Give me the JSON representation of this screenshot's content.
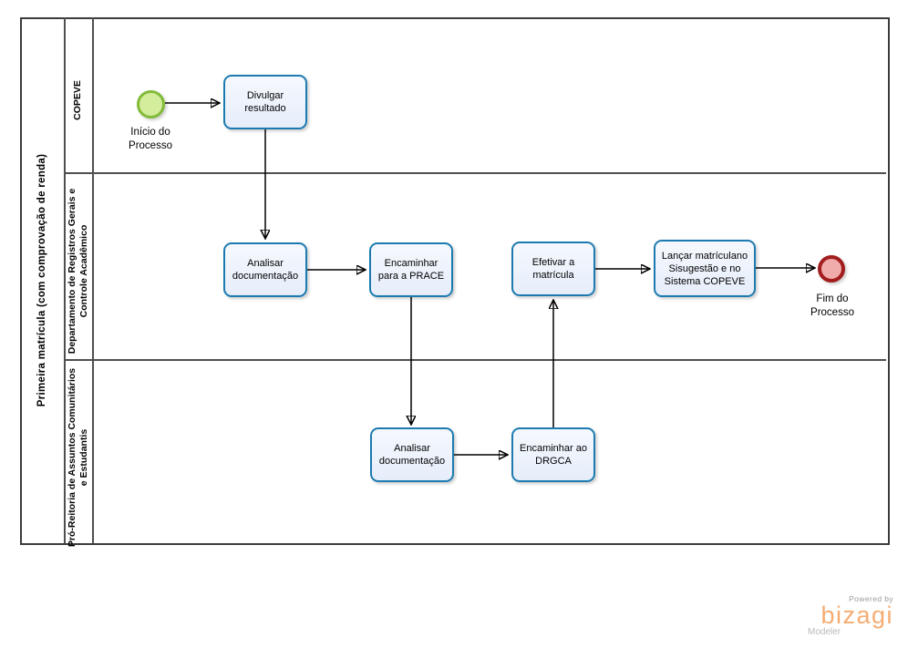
{
  "pool": {
    "title": "Primeira matrícula (com comprovação de renda)"
  },
  "lanes": [
    {
      "label": "COPEVE"
    },
    {
      "label": "Departamento de Registros Gerais e Controle Acadêmico"
    },
    {
      "label": "Pró-Reitoria de  Assuntos Comunitários e Estudantis"
    }
  ],
  "events": {
    "start": {
      "label": "Início do Processo"
    },
    "end": {
      "label": "Fim do Processo"
    }
  },
  "tasks": {
    "divulgar_resultado": {
      "label": "Divulgar resultado"
    },
    "analisar_documentacao_drgca": {
      "label": "Analisar documentação"
    },
    "encaminhar_para_a_prace": {
      "label": "Encaminhar para a PRACE"
    },
    "efetivar_a_matricula": {
      "label": "Efetivar a matrícula"
    },
    "lancar_matricula_sistemas": {
      "label": "Lançar matrículano Sisugestão e no Sistema COPEVE"
    },
    "analisar_documentacao_prace": {
      "label": "Analisar documentação"
    },
    "encaminhar_ao_drgca": {
      "label": "Encaminhar ao DRGCA"
    }
  },
  "watermark": {
    "powered_by": "Powered by",
    "brand": "bizagi",
    "product": "Modeler"
  },
  "colors": {
    "task_fill": "#EAF0FB",
    "task_border": "#1C7AB0",
    "start_fill": "#D4ED9C",
    "start_border": "#82BB3A",
    "end_fill": "#F0ABAB",
    "end_border": "#A21E1E",
    "flow_line": "#000000",
    "lane_line": "#4F4F4F",
    "brand_orange": "#F5AC72"
  }
}
